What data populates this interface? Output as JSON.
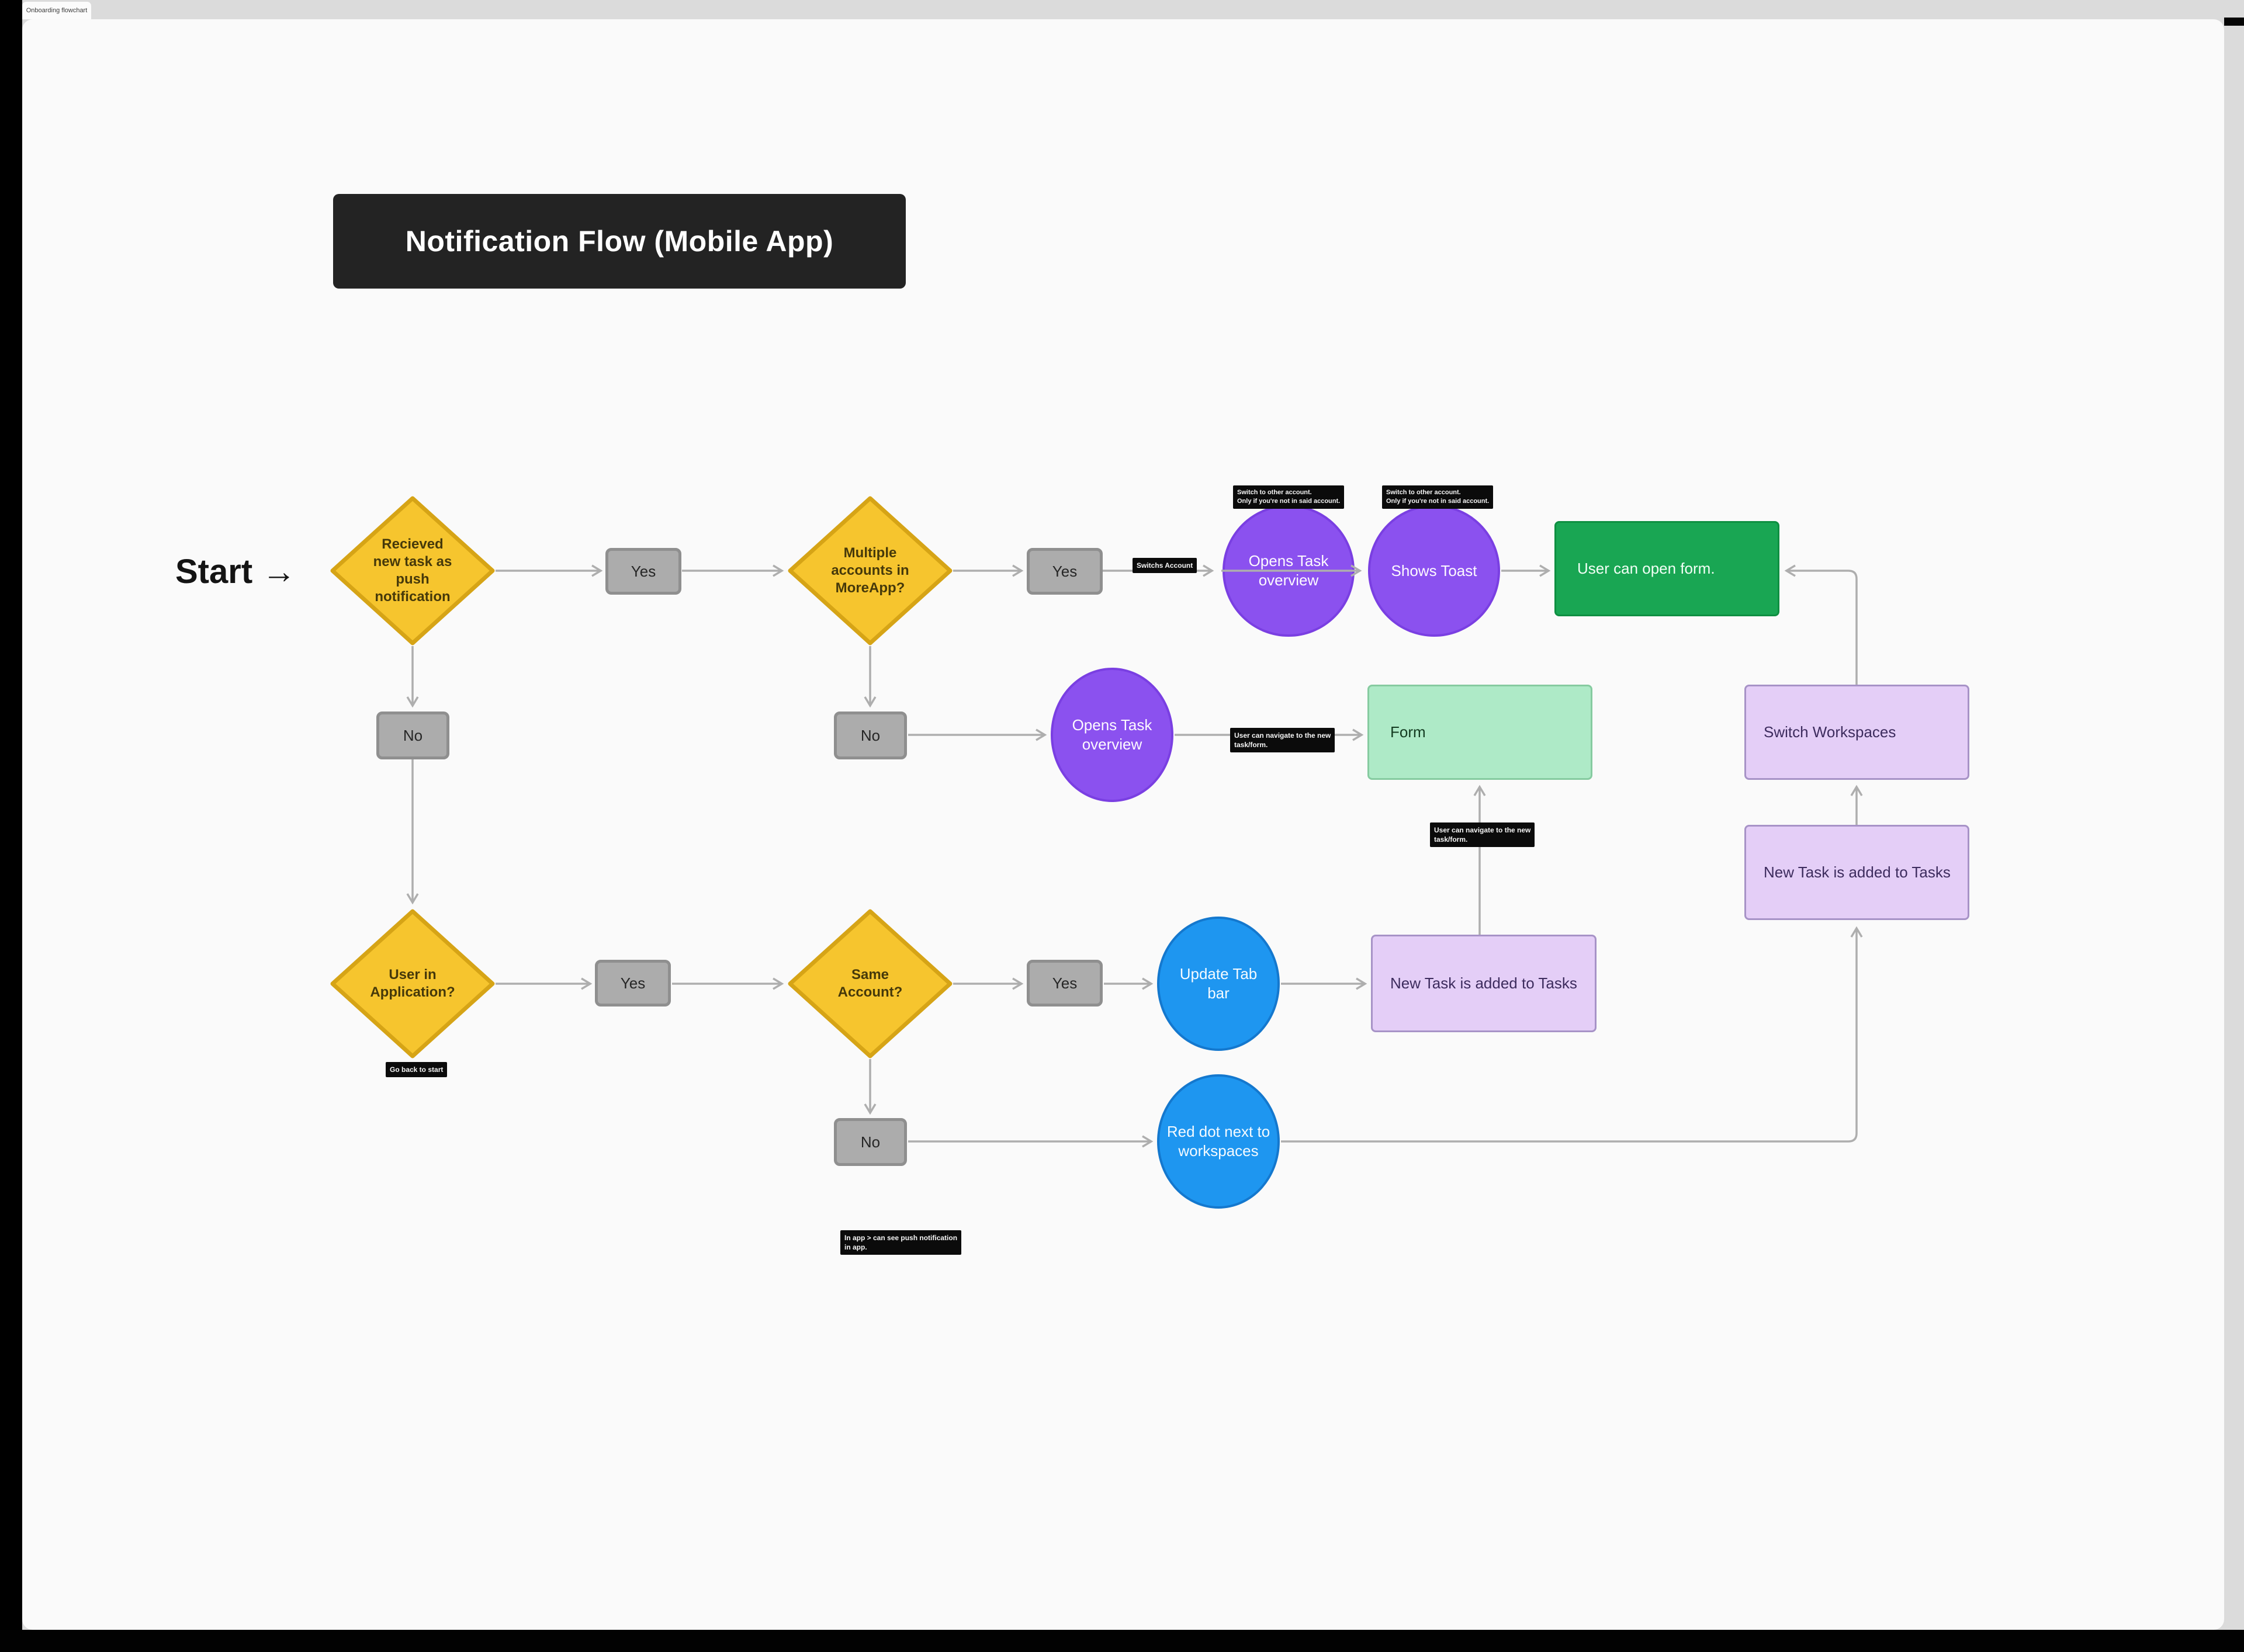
{
  "window": {
    "tab": "Onboarding flowchart"
  },
  "colors": {
    "canvas_bg": "#FAFAFA",
    "chrome_bg": "#DBDBDB",
    "title_bg": "#232323",
    "diamond_fill": "#F6C52E",
    "diamond_border": "#D6A416",
    "gate_fill": "#ACACAC",
    "purple_circle": "#8B51EF",
    "blue_circle": "#1E96F0",
    "green_box": "#19A653",
    "mint_box": "#AEEAC7",
    "lavender_box": "#E4CEF7",
    "annotation_bg": "#0B0B0B",
    "arrow": "#AEAEAE"
  },
  "flow": {
    "title": "Notification Flow (Mobile App)",
    "start": "Start →",
    "decision_received": "Recieved new task as push notification",
    "decision_multiple_accounts": "Multiple accounts in MoreApp?",
    "decision_user_in_app": "User in Application?",
    "decision_same_account": "Same Account?",
    "yes": "Yes",
    "no": "No",
    "opens_task_overview": "Opens Task overview",
    "shows_toast": "Shows Toast",
    "user_can_open_form": "User can open form.",
    "form": "Form",
    "switch_workspaces": "Switch Workspaces",
    "new_task_added": "New Task is added to Tasks",
    "update_tab_bar": "Update Tab bar",
    "red_dot_workspaces": "Red dot next to workspaces",
    "labels": {
      "switchs_account": "Switchs Account",
      "switch_tooltip": "Switch to other account.\nOnly if you're not in said account.",
      "navigate": "User can navigate to the new\ntask/form.",
      "go_back": "Go back to start",
      "in_app": "In app > can see push notification\nin app."
    }
  }
}
